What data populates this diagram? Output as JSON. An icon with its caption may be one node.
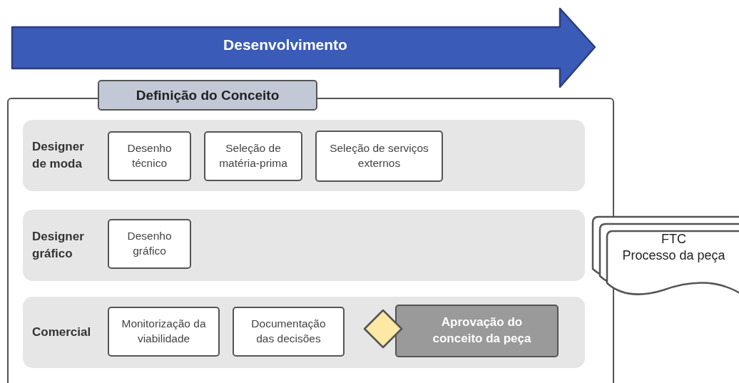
{
  "diagram": {
    "nodes": [
      {
        "text": [
          "Desenvolvimento"
        ]
      },
      {
        "text": [
          "Definição do Conceito"
        ]
      },
      {
        "text": [
          "Designer de moda"
        ],
        "in": 1
      },
      {
        "text": [
          "Desenho técnico"
        ],
        "in": 2
      },
      {
        "text": [
          "Seleção de matéria-prima"
        ],
        "in": 2
      },
      {
        "text": [
          "Seleção de serviços externos"
        ],
        "in": 2
      },
      {
        "text": [
          "Designer gráfico"
        ],
        "in": 1
      },
      {
        "text": [
          "Desenho gráfico"
        ],
        "in": 6
      },
      {
        "text": [
          "Comercial"
        ],
        "in": 1
      },
      {
        "text": [
          "Monitorização da viabilidade"
        ],
        "in": 8
      },
      {
        "text": [
          "Documentação das decisões"
        ],
        "in": 8
      },
      {
        "text": [],
        "shape": "diamond",
        "in": 8
      },
      {
        "text": [
          "Aprovação do conceito da peça"
        ],
        "in": 8
      },
      {
        "text": [
          "FTC",
          "Processo da peça"
        ]
      }
    ],
    "edges": []
  }
}
